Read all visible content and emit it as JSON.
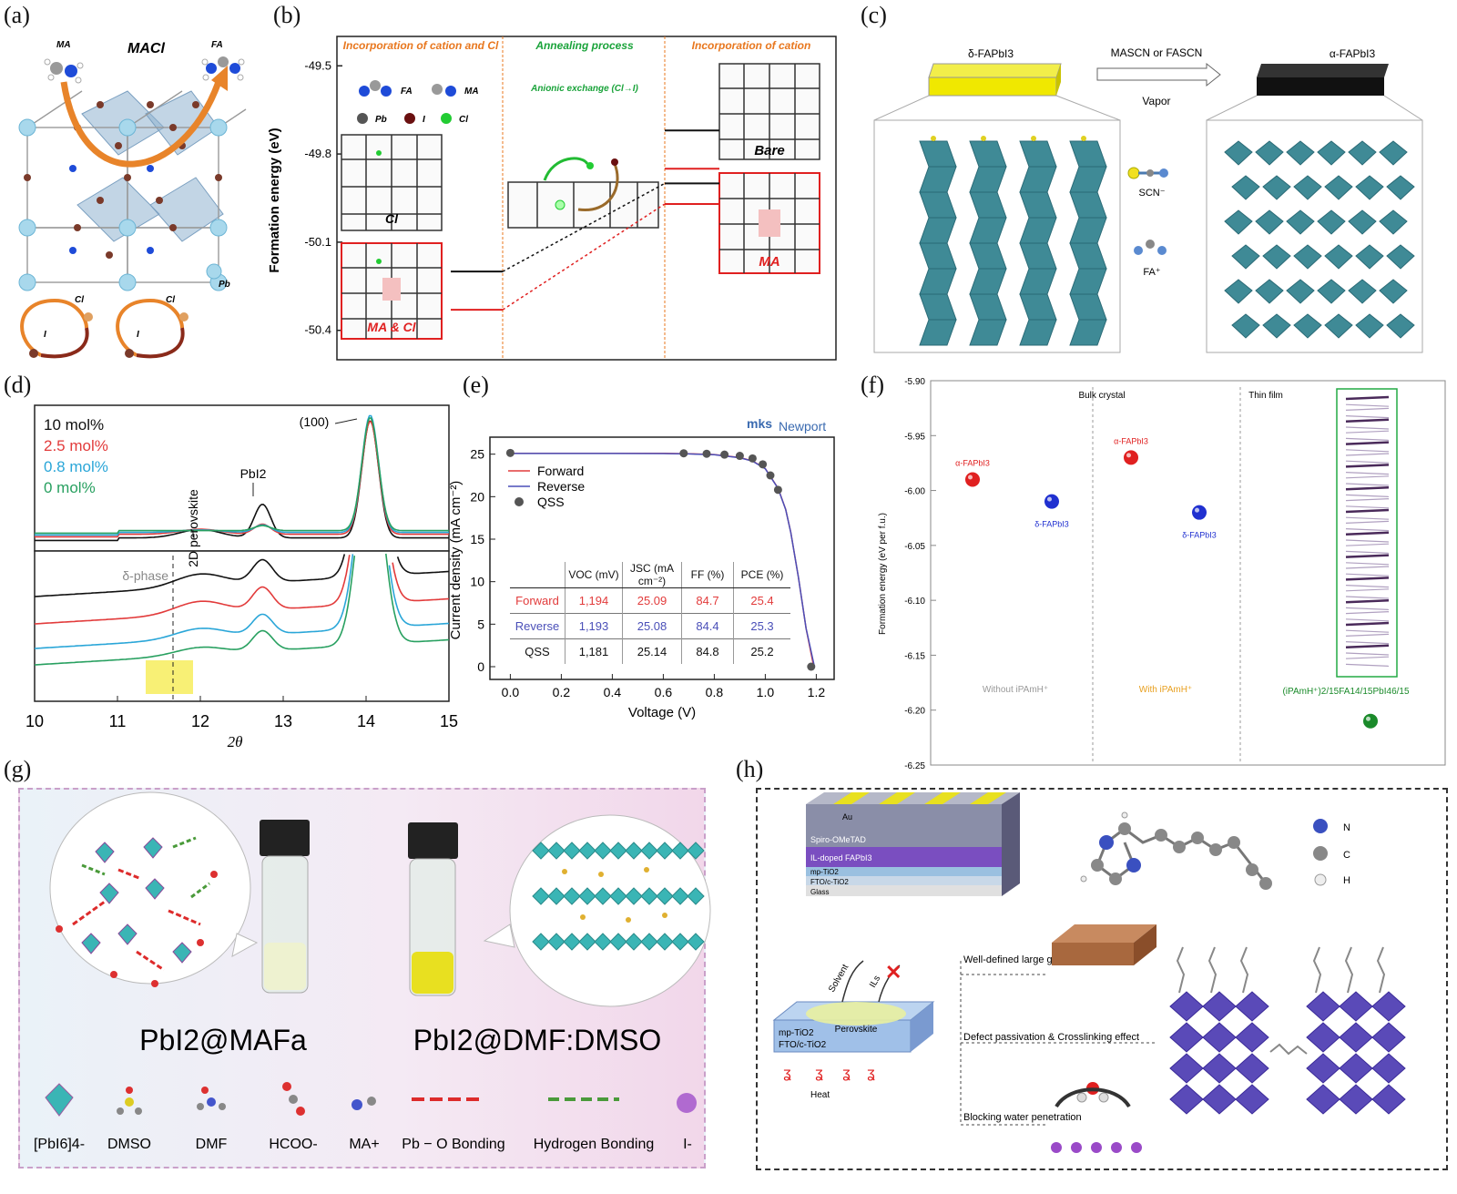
{
  "panels": {
    "a": {
      "letter": "(a)",
      "compound": "MACl",
      "cation_left": "MA",
      "cation_right": "FA",
      "ion_cl_1": "Cl",
      "ion_cl_2": "Cl",
      "ion_i_1": "I",
      "ion_i_2": "I",
      "pb": "Pb"
    },
    "b": {
      "letter": "(b)",
      "ylabel": "Formation energy (eV)",
      "yticks": [
        "-49.5",
        "-49.8",
        "-50.1",
        "-50.4"
      ],
      "section1": "Incorporation of cation and Cl",
      "section2": "Annealing process",
      "section3": "Incorporation of cation",
      "anionic_exchange": "Anionic exchange (Cl→I)",
      "legend_fa": "FA",
      "legend_ma": "MA",
      "legend_pb": "Pb",
      "legend_i": "I",
      "legend_cl": "Cl",
      "box_cl": "Cl",
      "box_ma_cl": "MA & Cl",
      "box_bare": "Bare",
      "box_ma": "MA",
      "colors": {
        "section_orange": "#e8771e",
        "section_green": "#1aa33a",
        "red": "#e02020"
      }
    },
    "c": {
      "letter": "(c)",
      "delta_label": "δ-FAPbI3",
      "alpha_label": "α-FAPbI3",
      "arrow_top": "MASCN or FASCN",
      "arrow_bottom": "Vapor",
      "scn": "SCN⁻",
      "fa": "FA⁺"
    },
    "d": {
      "letter": "(d)",
      "legend": [
        "10 mol%",
        "2.5 mol%",
        "0.8 mol%",
        "0 mol%"
      ],
      "legend_colors": [
        "#111111",
        "#e23b3b",
        "#2aa6d8",
        "#28a060"
      ],
      "annot_2d": "2D perovskite",
      "annot_pbi2": "PbI2",
      "annot_100": "(100)",
      "annot_delta": "δ-phase",
      "xticks": [
        "10",
        "11",
        "12",
        "13",
        "14",
        "15"
      ],
      "xlabel": "2θ"
    },
    "e": {
      "letter": "(e)",
      "brand_mks": "mks",
      "brand_newport": "Newport",
      "legend": [
        "Forward",
        "Reverse",
        "QSS"
      ],
      "ylabel": "Current density (mA cm⁻²)",
      "xlabel": "Voltage (V)",
      "yticks": [
        "0",
        "5",
        "10",
        "15",
        "20",
        "25"
      ],
      "xticks": [
        "0.0",
        "0.2",
        "0.4",
        "0.6",
        "0.8",
        "1.0",
        "1.2"
      ],
      "table": {
        "headers": [
          "",
          "VOC (mV)",
          "JSC (mA cm⁻²)",
          "FF (%)",
          "PCE (%)"
        ],
        "rows": [
          {
            "label": "Forward",
            "voc": "1,194",
            "jsc": "25.09",
            "ff": "84.7",
            "pce": "25.4",
            "color": "#e23b3b"
          },
          {
            "label": "Reverse",
            "voc": "1,193",
            "jsc": "25.08",
            "ff": "84.4",
            "pce": "25.3",
            "color": "#4a4fb8"
          },
          {
            "label": "QSS",
            "voc": "1,181",
            "jsc": "25.14",
            "ff": "84.8",
            "pce": "25.2",
            "color": "#111111"
          }
        ]
      }
    },
    "f": {
      "letter": "(f)",
      "ylabel": "Formation energy (eV per f.u.)",
      "yticks": [
        "-5.90",
        "-5.95",
        "-6.00",
        "-6.05",
        "-6.10",
        "-6.15",
        "-6.20",
        "-6.25"
      ],
      "section_bulk": "Bulk crystal",
      "section_thin": "Thin film",
      "labels": {
        "alpha_1": "α-FAPbI3",
        "delta_1": "δ-FAPbI3",
        "alpha_2": "α-FAPbI3",
        "delta_2": "δ-FAPbI3"
      },
      "bottom_1": "Without iPAmH⁺",
      "bottom_2": "With iPAmH⁺",
      "bottom_3": "(iPAmH⁺)2/15FA14/15PbI46/15"
    },
    "g": {
      "letter": "(g)",
      "title_left": "PbI2@MAFa",
      "title_right": "PbI2@DMF:DMSO",
      "legend": [
        "[PbI6]4-",
        "DMSO",
        "DMF",
        "HCOO-",
        "MA+",
        "Pb − O Bonding",
        "Hydrogen Bonding",
        "I-"
      ]
    },
    "h": {
      "letter": "(h)",
      "layers": [
        "Au",
        "Spiro-OMeTAD",
        "IL-doped FAPbI3",
        "mp-TiO2",
        "FTO/c-TiO2",
        "Glass"
      ],
      "atoms": [
        "N",
        "C",
        "H"
      ],
      "solvent": "Solvent",
      "ils": "ILs",
      "perovskite": "Perovskite",
      "substrate_1": "mp-TiO2",
      "substrate_2": "FTO/c-TiO2",
      "heat": "Heat",
      "effect_1": "Well-defined large grains",
      "effect_2": "Defect passivation & Crosslinking effect",
      "effect_3": "Blocking water penetration"
    }
  },
  "chart_data": [
    {
      "type": "line",
      "panel": "b",
      "ylabel": "Formation energy (eV)",
      "ylim": [
        -50.5,
        -49.4
      ],
      "series": [
        {
          "name": "MA & Cl",
          "path": [
            [
              "incorporation",
              -50.33
            ],
            [
              "annealing",
              -49.97
            ],
            [
              "cation",
              -49.97
            ]
          ]
        },
        {
          "name": "Cl",
          "path": [
            [
              "incorporation",
              -50.2
            ],
            [
              "annealing",
              -49.9
            ],
            [
              "cation",
              -49.9
            ]
          ]
        },
        {
          "name": "Bare",
          "path": [
            [
              "cation",
              -49.72
            ]
          ]
        },
        {
          "name": "MA",
          "path": [
            [
              "cation",
              -49.85
            ]
          ]
        }
      ]
    },
    {
      "type": "line",
      "panel": "d",
      "xlabel": "2θ",
      "xlim": [
        10,
        15
      ],
      "series": [
        {
          "name": "10 mol%",
          "peaks": [
            [
              12.0,
              "2D perovskite"
            ],
            [
              12.75,
              "PbI2"
            ],
            [
              14.1,
              "(100)"
            ]
          ]
        },
        {
          "name": "2.5 mol%"
        },
        {
          "name": "0.8 mol%"
        },
        {
          "name": "0 mol%"
        }
      ]
    },
    {
      "type": "line",
      "panel": "e",
      "xlabel": "Voltage (V)",
      "ylabel": "Current density (mA cm⁻²)",
      "xlim": [
        -0.08,
        1.27
      ],
      "ylim": [
        -1.5,
        27
      ],
      "series": [
        {
          "name": "Forward",
          "x": [
            0,
            0.2,
            0.4,
            0.6,
            0.7,
            0.8,
            0.9,
            0.95,
            1.0,
            1.05,
            1.08,
            1.1,
            1.13,
            1.16,
            1.19
          ],
          "y": [
            25.1,
            25.1,
            25.1,
            25.09,
            25.05,
            24.95,
            24.6,
            24.2,
            23.3,
            21.0,
            18.5,
            15.8,
            10.5,
            4.5,
            0
          ]
        },
        {
          "name": "Reverse",
          "x": [
            0,
            0.2,
            0.4,
            0.6,
            0.7,
            0.8,
            0.9,
            0.95,
            1.0,
            1.05,
            1.08,
            1.1,
            1.13,
            1.16,
            1.193
          ],
          "y": [
            25.08,
            25.08,
            25.08,
            25.07,
            25.03,
            24.93,
            24.58,
            24.18,
            23.28,
            20.98,
            18.48,
            15.78,
            10.5,
            4.5,
            0
          ]
        },
        {
          "name": "QSS",
          "x": [
            0,
            0.68,
            0.77,
            0.84,
            0.9,
            0.95,
            0.99,
            1.02,
            1.05,
            1.18
          ],
          "y": [
            25.14,
            25.1,
            25.05,
            24.95,
            24.8,
            24.5,
            23.8,
            22.5,
            20.8,
            0
          ]
        }
      ]
    },
    {
      "type": "scatter",
      "panel": "f",
      "ylabel": "Formation energy (eV per f.u.)",
      "ylim": [
        -6.25,
        -5.9
      ],
      "series": [
        {
          "name": "α-FAPbI3 (Without iPAmH⁺)",
          "y": -5.99,
          "color": "#e02020"
        },
        {
          "name": "δ-FAPbI3 (Without iPAmH⁺)",
          "y": -6.01,
          "color": "#2030d0"
        },
        {
          "name": "α-FAPbI3 (With iPAmH⁺)",
          "y": -5.97,
          "color": "#e02020"
        },
        {
          "name": "δ-FAPbI3 (With iPAmH⁺)",
          "y": -6.02,
          "color": "#2030d0"
        },
        {
          "name": "(iPAmH⁺)2/15FA14/15PbI46/15",
          "y": -6.21,
          "color": "#1a8a2a"
        }
      ]
    }
  ]
}
